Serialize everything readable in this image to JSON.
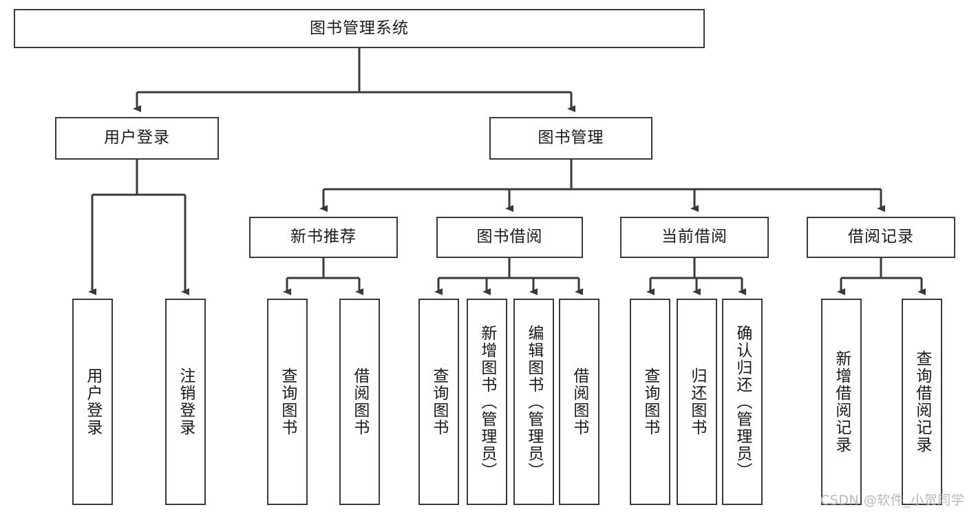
{
  "diagram": {
    "title": "图书管理系统",
    "type": "hierarchy-tree",
    "watermark": "CSDN @软件_小贺同学",
    "colors": {
      "stroke": "#3a3a3a",
      "fill": "#ffffff",
      "text": "#1a1a1a",
      "watermark": "#b9b9b9"
    },
    "levels": {
      "root": {
        "label": "图书管理系统"
      },
      "level2": [
        {
          "label": "用户登录"
        },
        {
          "label": "图书管理"
        }
      ],
      "level3": [
        {
          "label": "新书推荐"
        },
        {
          "label": "图书借阅"
        },
        {
          "label": "当前借阅"
        },
        {
          "label": "借阅记录"
        }
      ],
      "leaves": {
        "user_login": [
          {
            "label": "用户登录"
          },
          {
            "label": "注销登录"
          }
        ],
        "new_book_recommend": [
          {
            "label": "查询图书"
          },
          {
            "label": "借阅图书"
          }
        ],
        "book_borrow": [
          {
            "label": "查询图书"
          },
          {
            "label": "新增图书（管理员）"
          },
          {
            "label": "编辑图书（管理员）"
          },
          {
            "label": "借阅图书"
          }
        ],
        "current_borrow": [
          {
            "label": "查询图书"
          },
          {
            "label": "归还图书"
          },
          {
            "label": "确认归还（管理员）"
          }
        ],
        "borrow_record": [
          {
            "label": "新增借阅记录"
          },
          {
            "label": "查询借阅记录"
          }
        ]
      }
    }
  }
}
